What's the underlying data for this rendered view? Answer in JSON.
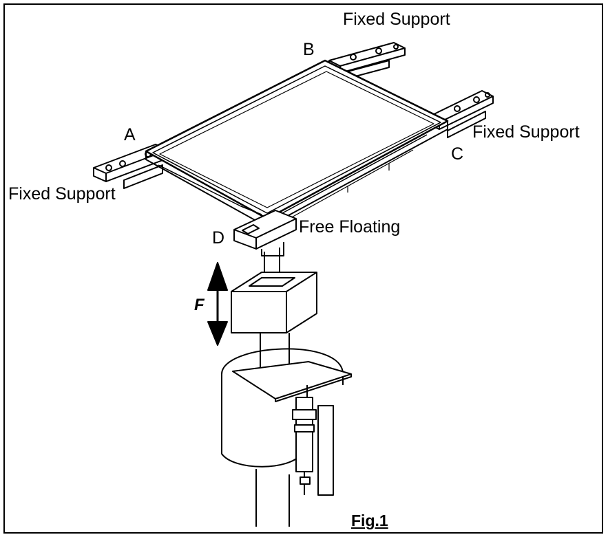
{
  "labels": {
    "support_top": "Fixed Support",
    "support_right": "Fixed Support",
    "support_left": "Fixed Support",
    "free_floating": "Free Floating",
    "corner_a": "A",
    "corner_b": "B",
    "corner_c": "C",
    "corner_d": "D",
    "force": "F",
    "caption": "Fig.1"
  },
  "colors": {
    "ink": "#000000",
    "background": "#ffffff"
  }
}
